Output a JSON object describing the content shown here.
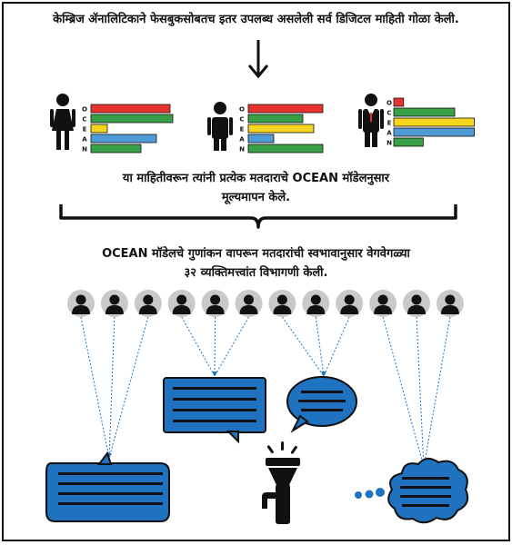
{
  "texts": {
    "line1": "केम्ब्रिज ॲनालिटिकाने फेसबुकसोबतच इतर उपलब्ध असलेली सर्व डिजिटल माहिती गोळा केली.",
    "line2a": "या माहितीवरून त्यांनी प्रत्येक मतदाराचे OCEAN मॉडेलनुसार",
    "line2b": "मूल्यमापन केले.",
    "line3a": "OCEAN  मॉडेलचे गुणांकन वापरून मतदारांची स्वभावानुसार वेगवेगळ्या",
    "line3b": "३२ व्यक्तिमत्त्वांत विभागणी केली."
  },
  "ocean_letters": [
    "O",
    "C",
    "E",
    "A",
    "N"
  ],
  "colors": {
    "red": "#e8322d",
    "green": "#3aa047",
    "yellow": "#f5d51e",
    "blue": "#4f9bd8",
    "bubble": "#1f72c0",
    "dark": "#111111"
  },
  "chart_data": [
    {
      "type": "bar",
      "figure": "woman-icon",
      "categories": [
        "O",
        "C",
        "E",
        "A",
        "N"
      ],
      "values": [
        0.87,
        0.9,
        0.18,
        0.72,
        0.55
      ]
    },
    {
      "type": "bar",
      "figure": "man-icon",
      "categories": [
        "O",
        "C",
        "E",
        "A",
        "N"
      ],
      "values": [
        0.82,
        0.6,
        0.72,
        0.28,
        0.82
      ]
    },
    {
      "type": "bar",
      "figure": "businessman-icon",
      "categories": [
        "O",
        "C",
        "E",
        "A",
        "N"
      ],
      "values": [
        0.1,
        0.62,
        0.82,
        0.82,
        0.3
      ]
    }
  ],
  "icons": {
    "down_arrow": "arrow-down-icon",
    "megaphone": "megaphone-icon",
    "user": "user-circle-icon"
  }
}
